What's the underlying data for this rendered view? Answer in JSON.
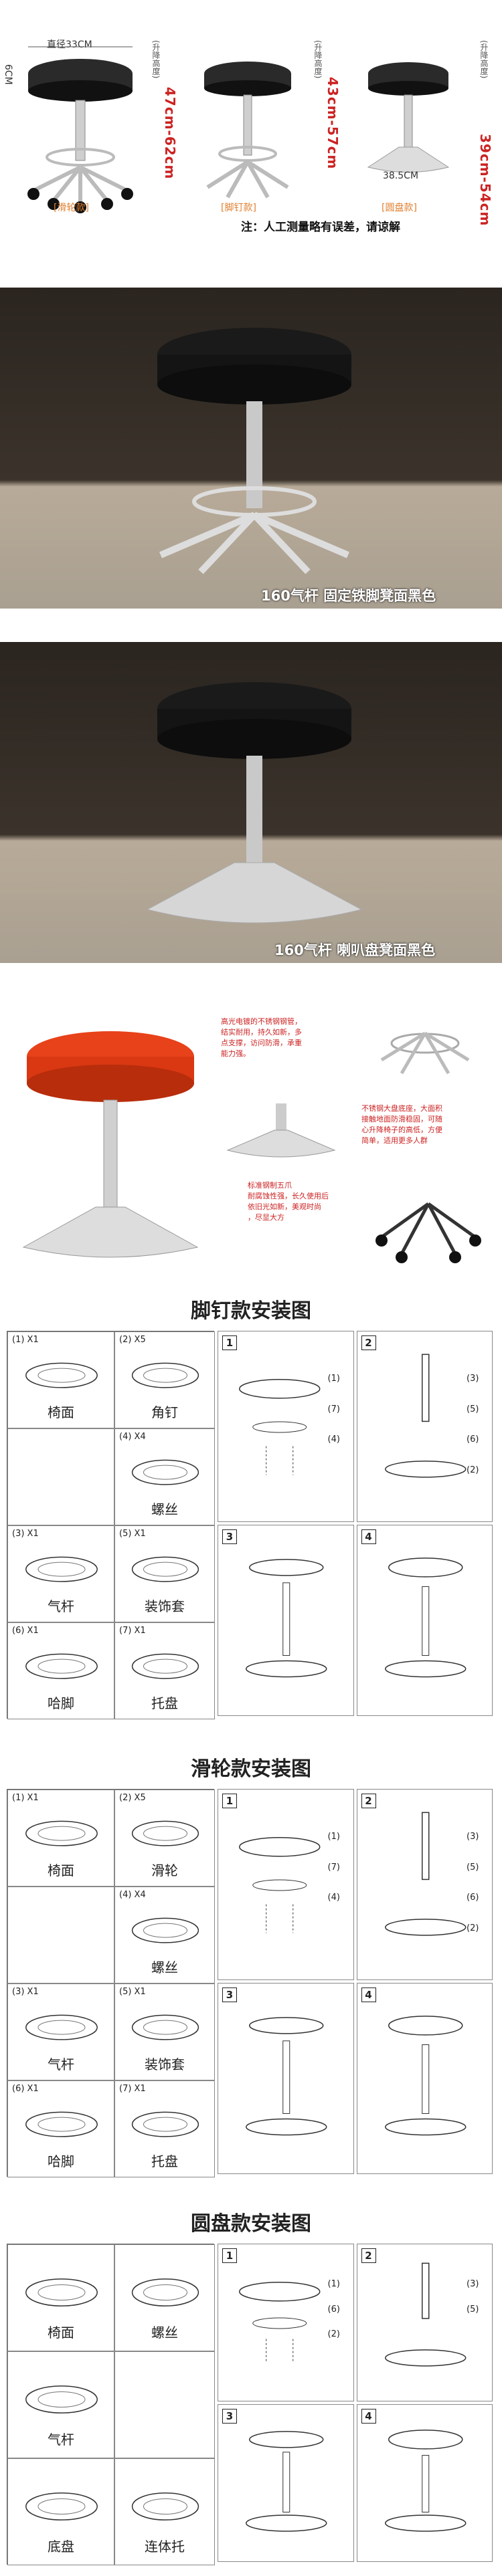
{
  "top": {
    "diameter": "直径33CM",
    "height_6": "6CM",
    "red1": "47cm-62cm",
    "red2": "43cm-57cm",
    "red3": "39cm-54cm",
    "v_note": "(升降高度)",
    "base_width": "38.5CM",
    "tags": [
      "[滑轮款]",
      "[脚钉款]",
      "[圆盘款]"
    ],
    "note": "注：人工测量略有误差，请谅解"
  },
  "photos": [
    {
      "caption": "160气杆 固定铁脚凳面黑色"
    },
    {
      "caption": "160气杆 喇叭盘凳面黑色"
    }
  ],
  "features": {
    "f1": [
      "高光电镀的不锈钢钢管，",
      "结实耐用，持久如新，多",
      "点支撑，访问防滑，承重",
      "能力强。"
    ],
    "f2": [
      "不锈钢大盘底座，大面积",
      "接触地面防滑稳固，可随",
      "心升降椅子的高低，方便",
      "简单，适用更多人群"
    ],
    "f3": [
      "标准钢制五爪",
      "耐腐蚀性强，长久使用后",
      "依旧光如新，美观时尚",
      "，尽显大方"
    ]
  },
  "sections": [
    {
      "title": "脚钉款安装图",
      "parts": [
        {
          "qty": "(1) X1",
          "name": "椅面"
        },
        {
          "qty": "(2) X5",
          "name": "角钉"
        },
        {
          "qty": "",
          "name": ""
        },
        {
          "qty": "(4) X4",
          "name": "螺丝"
        },
        {
          "qty": "(3) X1",
          "name": "气杆"
        },
        {
          "qty": "(5) X1",
          "name": "装饰套"
        },
        {
          "qty": "(6) X1",
          "name": "哈脚"
        },
        {
          "qty": "(7) X1",
          "name": "托盘"
        }
      ],
      "steps": [
        "1",
        "2",
        "3",
        "4"
      ],
      "callouts1": [
        "(1)",
        "(7)",
        "(4)"
      ],
      "callouts2": [
        "(3)",
        "(5)",
        "(6)",
        "(2)"
      ]
    },
    {
      "title": "滑轮款安装图",
      "parts": [
        {
          "qty": "(1) X1",
          "name": "椅面"
        },
        {
          "qty": "(2) X5",
          "name": "滑轮"
        },
        {
          "qty": "",
          "name": ""
        },
        {
          "qty": "(4) X4",
          "name": "螺丝"
        },
        {
          "qty": "(3) X1",
          "name": "气杆"
        },
        {
          "qty": "(5) X1",
          "name": "装饰套"
        },
        {
          "qty": "(6) X1",
          "name": "哈脚"
        },
        {
          "qty": "(7) X1",
          "name": "托盘"
        }
      ],
      "steps": [
        "1",
        "2",
        "3",
        "4"
      ],
      "callouts1": [
        "(1)",
        "(7)",
        "(4)"
      ],
      "callouts2": [
        "(3)",
        "(5)",
        "(6)",
        "(2)"
      ]
    },
    {
      "title": "圆盘款安装图",
      "parts": [
        {
          "qty": "",
          "name": "椅面"
        },
        {
          "qty": "",
          "name": "螺丝"
        },
        {
          "qty": "",
          "name": "气杆"
        },
        {
          "qty": "",
          "name": ""
        },
        {
          "qty": "",
          "name": "底盘"
        },
        {
          "qty": "",
          "name": "连体托"
        }
      ],
      "steps": [
        "1",
        "2",
        "3",
        "4"
      ],
      "callouts1": [
        "(1)",
        "(6)",
        "(2)"
      ],
      "callouts2": [
        "(3)",
        "(5)"
      ]
    }
  ]
}
